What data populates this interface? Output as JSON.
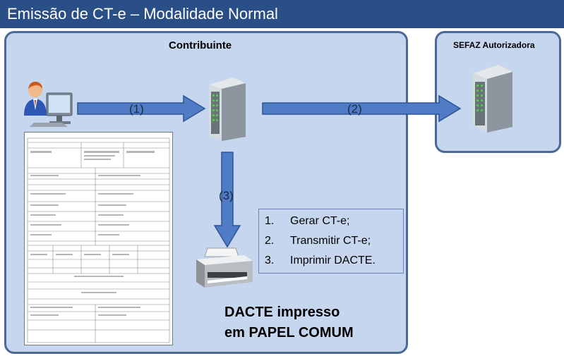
{
  "title": "Emissão de CT-e – Modalidade Normal",
  "contribuinte_label": "Contribuinte",
  "sefaz_label": "SEFAZ Autorizadora",
  "arrows": {
    "a1": "(1)",
    "a2": "(2)",
    "a3": "(3)"
  },
  "steps": [
    {
      "num": "1.",
      "text": "Gerar CT-e;"
    },
    {
      "num": "2.",
      "text": "Transmitir CT-e;"
    },
    {
      "num": "3.",
      "text": "Imprimir DACTE."
    }
  ],
  "dacte_caption": {
    "line1": "DACTE impresso",
    "line2": "em PAPEL COMUM"
  },
  "icons": {
    "user": "user-at-computer-icon",
    "server": "server-icon",
    "sefaz_server": "sefaz-server-icon",
    "printer": "printer-icon",
    "document": "dacte-document-icon"
  },
  "colors": {
    "title_bar": "#2a4f86",
    "box_fill": "#c6d6ee",
    "box_border": "#4a6996",
    "arrow_fill": "#4f7cc4",
    "arrow_stroke": "#2f5597"
  }
}
